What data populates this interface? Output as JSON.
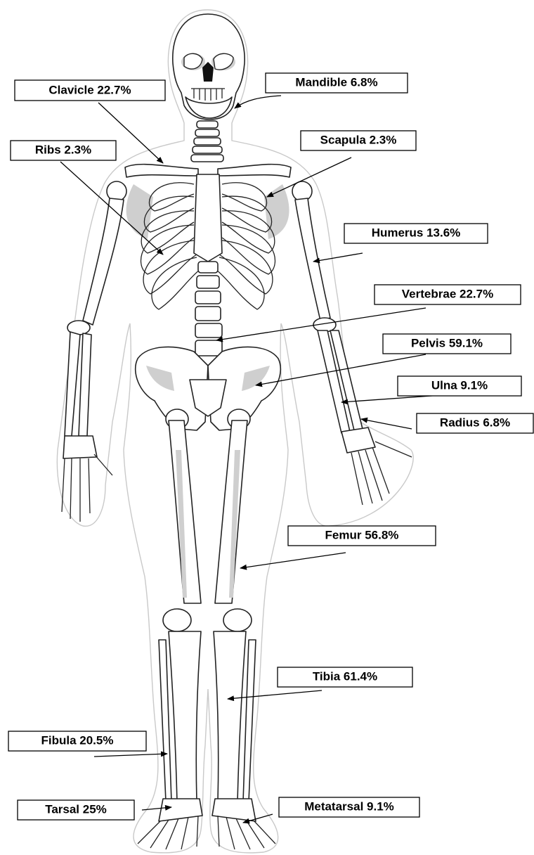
{
  "colors": {
    "line": "#000000",
    "bone_fill": "#ffffff",
    "bone_shade": "#cfcfcf",
    "body_outline": "#c9c9c9"
  },
  "labels": {
    "clavicle": "Clavicle 22.7%",
    "mandible": "Mandible 6.8%",
    "ribs": "Ribs 2.3%",
    "scapula": "Scapula 2.3%",
    "humerus": "Humerus 13.6%",
    "vertebrae": "Vertebrae 22.7%",
    "pelvis": "Pelvis 59.1%",
    "ulna": "Ulna 9.1%",
    "radius": "Radius 6.8%",
    "femur": "Femur 56.8%",
    "tibia": "Tibia 61.4%",
    "fibula": "Fibula 20.5%",
    "tarsal": "Tarsal 25%",
    "metatarsal": "Metatarsal 9.1%"
  }
}
